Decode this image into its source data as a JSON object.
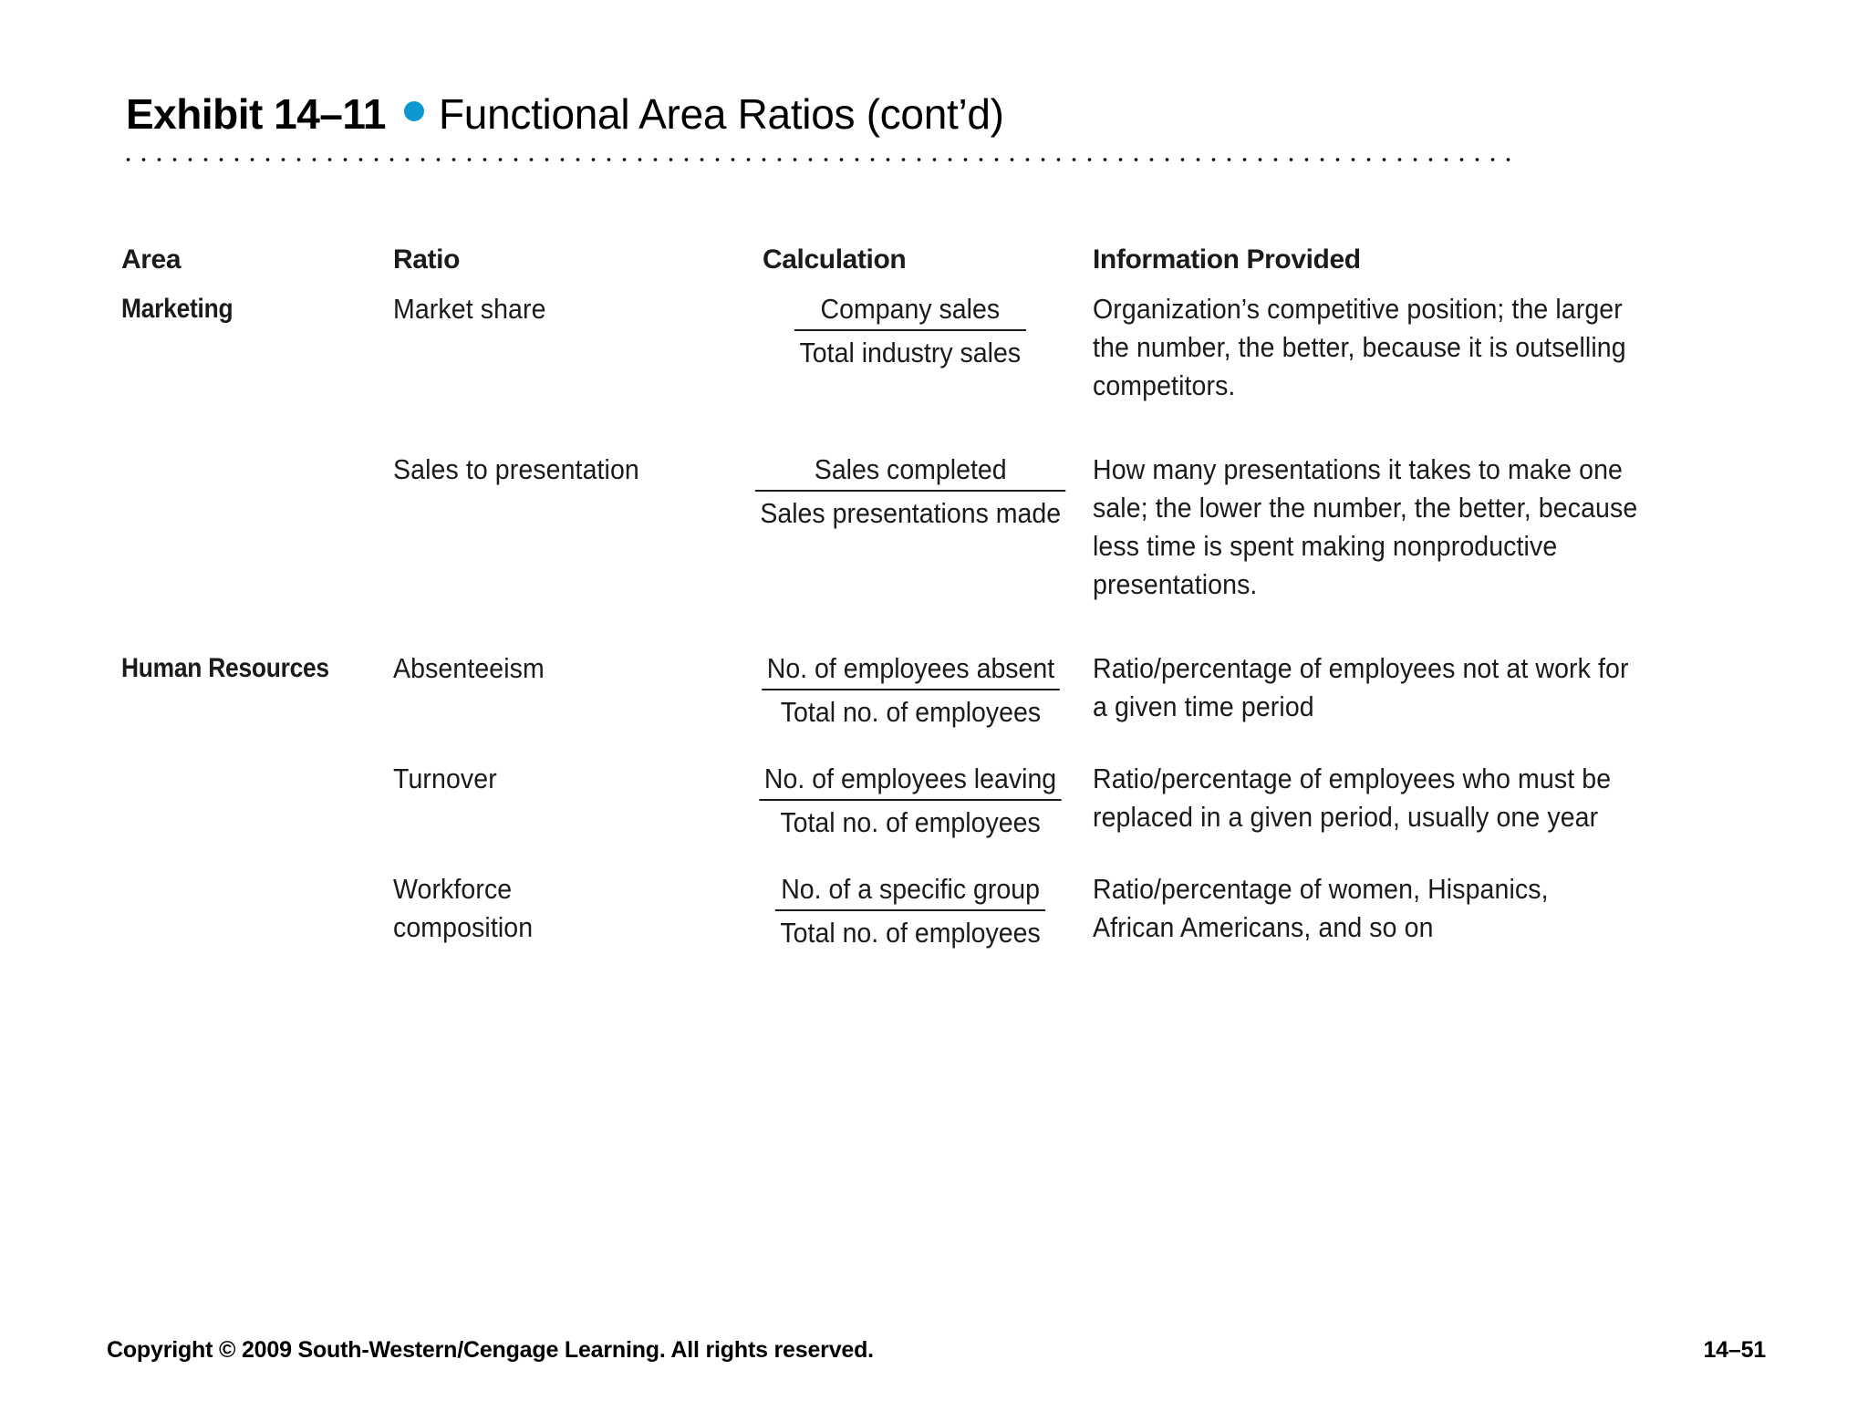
{
  "slide": {
    "title": {
      "exhibit_label": "Exhibit 14–11",
      "bullet_icon": "bullet-dot-icon",
      "bullet_color": "#0D99D0",
      "main_title": "Functional Area Ratios (cont’d)"
    },
    "table": {
      "headers": {
        "area": "Area",
        "ratio": "Ratio",
        "calculation": "Calculation",
        "information": "Information Provided"
      },
      "rows": [
        {
          "area": "Marketing",
          "ratio_lines": [
            "Market share"
          ],
          "calculation": {
            "numerator": "Company sales",
            "denominator": "Total industry sales"
          },
          "information_lines": [
            "Organization’s competitive position; the larger",
            "the number, the better, because it is outselling",
            "competitors."
          ]
        },
        {
          "area": "",
          "ratio_lines": [
            "Sales to presentation"
          ],
          "calculation": {
            "numerator": "Sales completed",
            "denominator": "Sales presentations made"
          },
          "information_lines": [
            "How many presentations it takes to make one",
            "sale; the lower the number, the better, because",
            "less time is spent making nonproductive",
            "presentations."
          ]
        },
        {
          "area": "Human Resources",
          "ratio_lines": [
            "Absenteeism"
          ],
          "calculation": {
            "numerator": "No. of employees absent",
            "denominator": "Total no. of employees"
          },
          "information_lines": [
            "Ratio/percentage of employees not at work for",
            "a given time period"
          ]
        },
        {
          "area": "",
          "ratio_lines": [
            "Turnover"
          ],
          "calculation": {
            "numerator": "No. of employees leaving",
            "denominator": "Total no. of employees"
          },
          "information_lines": [
            "Ratio/percentage of employees who must be",
            " replaced in a given period, usually one year"
          ]
        },
        {
          "area": "",
          "ratio_lines": [
            "Workforce",
            "composition"
          ],
          "calculation": {
            "numerator": "No. of a specific group",
            "denominator": "Total no. of employees"
          },
          "information_lines": [
            "Ratio/percentage of women, Hispanics,",
            "African Americans, and so on"
          ]
        }
      ]
    },
    "footer": {
      "copyright": "Copyright © 2009 South-Western/Cengage Learning. All rights reserved.",
      "page_number": "14–51"
    }
  }
}
